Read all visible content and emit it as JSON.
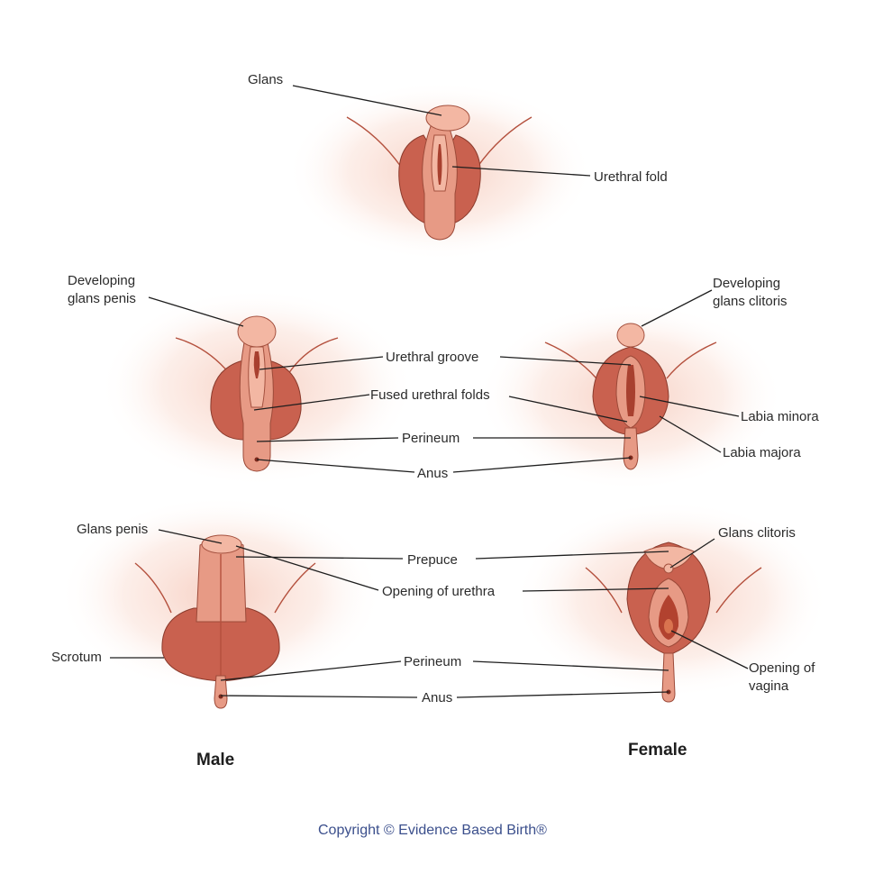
{
  "labels": {
    "glans": "Glans",
    "urethral_fold": "Urethral fold",
    "developing_glans_penis": [
      "Developing",
      "glans penis"
    ],
    "developing_glans_clitoris": [
      "Developing",
      "glans clitoris"
    ],
    "urethral_groove": "Urethral groove",
    "fused_urethral_folds": "Fused urethral folds",
    "labia_minora": "Labia minora",
    "labia_majora": "Labia majora",
    "perineum_mid": "Perineum",
    "anus_mid": "Anus",
    "glans_penis": "Glans penis",
    "prepuce": "Prepuce",
    "glans_clitoris": "Glans clitoris",
    "opening_of_urethra": "Opening of urethra",
    "scrotum": "Scrotum",
    "opening_of_vagina": [
      "Opening of",
      "vagina"
    ],
    "perineum_bottom": "Perineum",
    "anus_bottom": "Anus"
  },
  "captions": {
    "male": "Male",
    "female": "Female"
  },
  "copyright": "Copyright © Evidence Based Birth®",
  "colors": {
    "skin_dark": "#c9614f",
    "skin_mid": "#e79a85",
    "skin_light": "#f3b7a3",
    "background_blush": "#fbe3da",
    "copyright_text": "#3b4f8c"
  }
}
